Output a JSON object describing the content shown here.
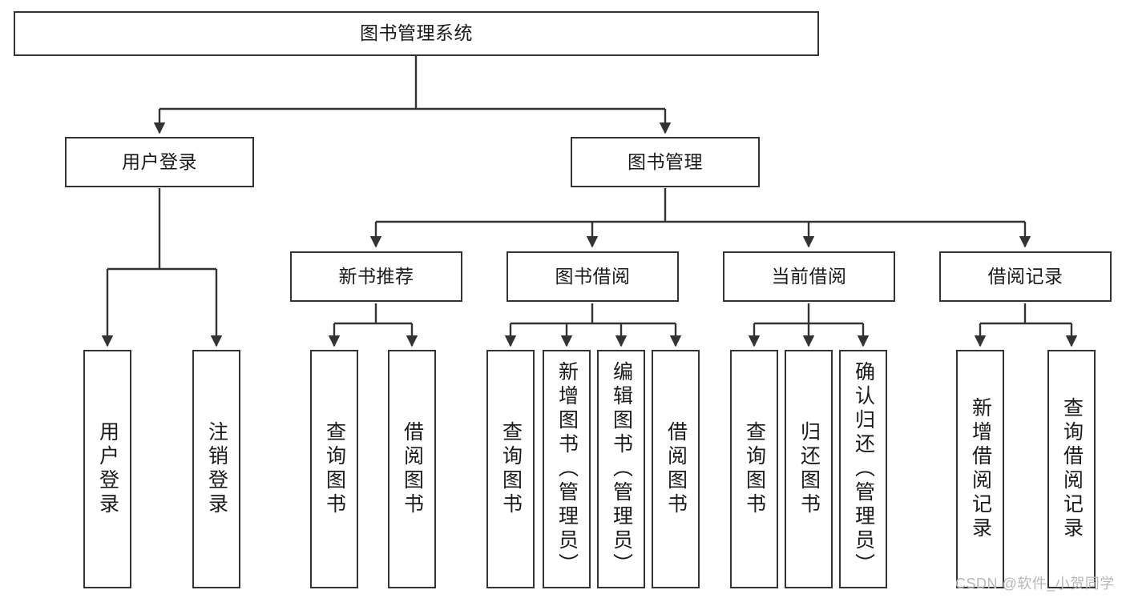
{
  "diagram": {
    "title": "图书管理系统",
    "type": "hierarchy-tree",
    "watermark": "CSDN @软件_小贺同学",
    "colors": {
      "border": "#333333",
      "background": "#ffffff",
      "text": "#1a1a1a",
      "watermark": "#b8b8b8"
    },
    "levels": {
      "root": [
        "图书管理系统"
      ],
      "level1": [
        "用户登录",
        "图书管理"
      ],
      "level2": [
        "新书推荐",
        "图书借阅",
        "当前借阅",
        "借阅记录"
      ],
      "leaves": [
        "用户登录",
        "注销登录",
        "查询图书",
        "借阅图书",
        "查询图书",
        "新增图书（管理员）",
        "编辑图书（管理员）",
        "借阅图书",
        "查询图书",
        "归还图书",
        "确认归还（管理员）",
        "新增借阅记录",
        "查询借阅记录"
      ]
    },
    "nodes": {
      "root": {
        "label": "图书管理系统"
      },
      "user_login": {
        "label": "用户登录"
      },
      "book_manage": {
        "label": "图书管理"
      },
      "new_book_rec": {
        "label": "新书推荐"
      },
      "book_borrow": {
        "label": "图书借阅"
      },
      "current_borrow": {
        "label": "当前借阅"
      },
      "borrow_record": {
        "label": "借阅记录"
      },
      "leaf_user_login": {
        "label": "用户登录"
      },
      "leaf_logout": {
        "label": "注销登录"
      },
      "leaf_query_book_1": {
        "label": "查询图书"
      },
      "leaf_borrow_book_1": {
        "label": "借阅图书"
      },
      "leaf_query_book_2": {
        "label": "查询图书"
      },
      "leaf_add_book": {
        "label": "新增图书（管理员）"
      },
      "leaf_edit_book": {
        "label": "编辑图书（管理员）"
      },
      "leaf_borrow_book_2": {
        "label": "借阅图书"
      },
      "leaf_query_book_3": {
        "label": "查询图书"
      },
      "leaf_return_book": {
        "label": "归还图书"
      },
      "leaf_confirm_return": {
        "label": "确认归还（管理员）"
      },
      "leaf_add_record": {
        "label": "新增借阅记录"
      },
      "leaf_query_record": {
        "label": "查询借阅记录"
      }
    }
  }
}
